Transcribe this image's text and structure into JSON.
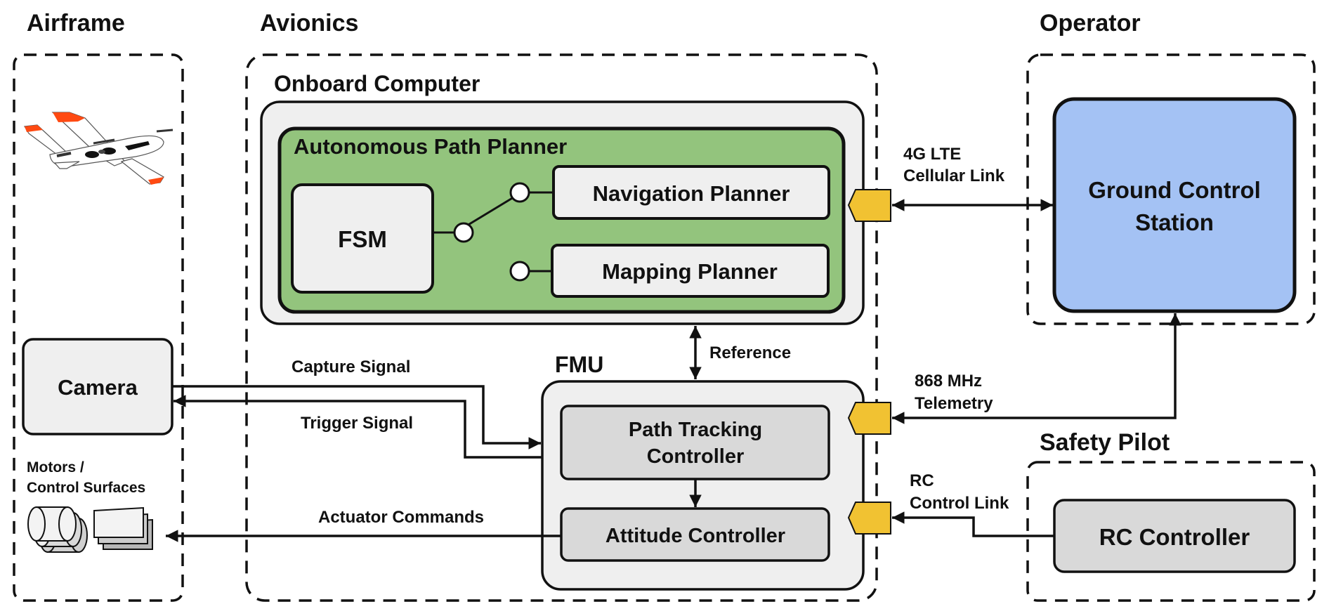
{
  "groups": {
    "airframe": "Airframe",
    "avionics": "Avionics",
    "operator": "Operator",
    "safety_pilot": "Safety Pilot"
  },
  "components": {
    "onboard_computer": "Onboard Computer",
    "path_planner": "Autonomous Path Planner",
    "fsm": "FSM",
    "navigation_planner": "Navigation Planner",
    "mapping_planner": "Mapping Planner",
    "fmu": "FMU",
    "path_tracking_line1": "Path Tracking",
    "path_tracking_line2": "Controller",
    "attitude_controller": "Attitude Controller",
    "camera": "Camera",
    "motors_line1": "Motors /",
    "motors_line2": "Control Surfaces",
    "gcs_line1": "Ground Control",
    "gcs_line2": "Station",
    "rc_controller": "RC Controller"
  },
  "links": {
    "lte_line1": "4G LTE",
    "lte_line2": "Cellular Link",
    "telemetry_line1": "868 MHz",
    "telemetry_line2": "Telemetry",
    "rc_line1": "RC",
    "rc_line2": "Control Link",
    "reference": "Reference",
    "capture_signal": "Capture Signal",
    "trigger_signal": "Trigger Signal",
    "actuator_commands": "Actuator Commands"
  },
  "colors": {
    "planner_green": "#93c47d",
    "gcs_blue": "#a4c2f4",
    "port_yellow": "#f1c232",
    "light_gray": "#efefef",
    "mid_gray": "#d9d9d9",
    "wing_tip_orange": "#ff4a12"
  }
}
